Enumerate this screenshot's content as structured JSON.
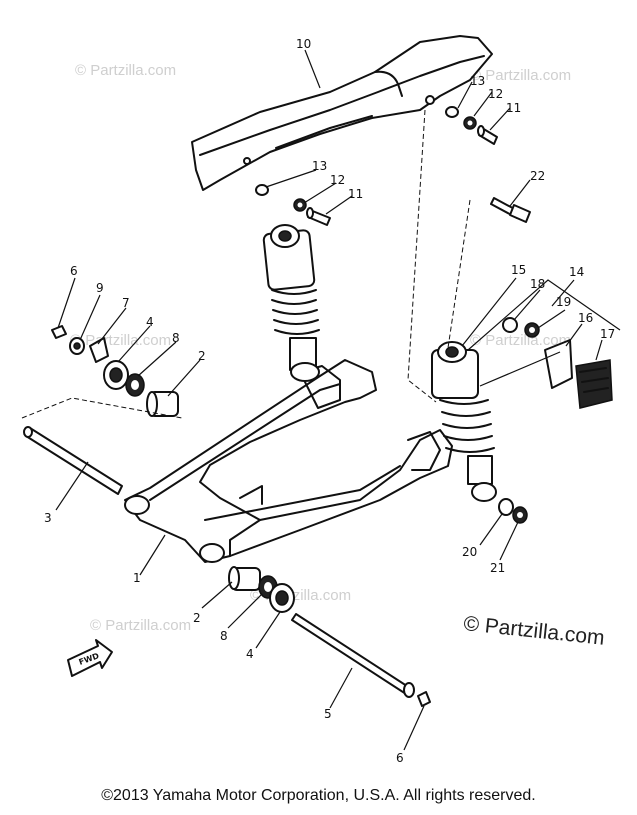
{
  "copyright": "©2013  Yamaha Motor Corporation, U.S.A. All rights reserved.",
  "watermark": {
    "small": "© Partzilla.com",
    "large": "© Partzilla.com"
  },
  "direction_arrow": "FWD",
  "callouts": {
    "p1": "1",
    "p2a": "2",
    "p2b": "2",
    "p3": "3",
    "p4a": "4",
    "p4b": "4",
    "p5": "5",
    "p6a": "6",
    "p6b": "6",
    "p7": "7",
    "p8a": "8",
    "p8b": "8",
    "p9": "9",
    "p10": "10",
    "p11a": "11",
    "p11b": "11",
    "p12a": "12",
    "p12b": "12",
    "p13a": "13",
    "p13b": "13",
    "p14": "14",
    "p15": "15",
    "p16": "16",
    "p17": "17",
    "p18": "18",
    "p19": "19",
    "p20": "20",
    "p21": "21",
    "p22": "22"
  }
}
